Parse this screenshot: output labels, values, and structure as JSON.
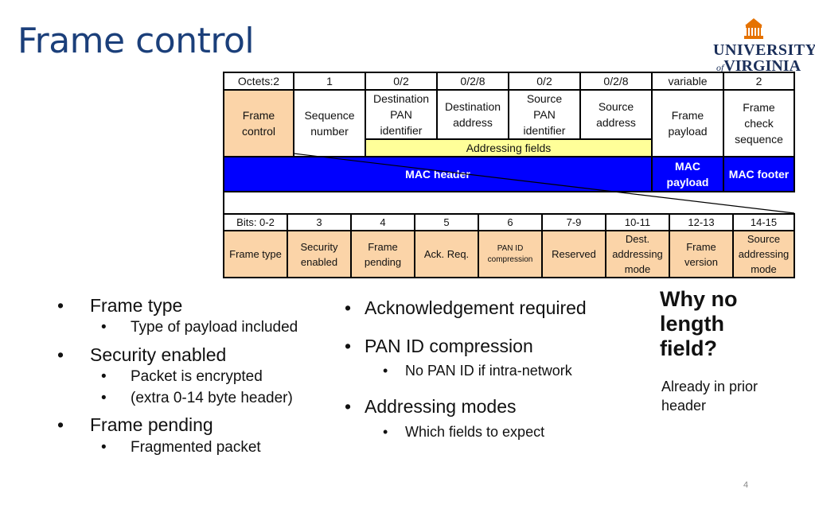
{
  "title": "Frame control",
  "logo": {
    "line1": "UNIVERSITY",
    "of": "of",
    "line2": "VIRGINIA"
  },
  "mac_frame": {
    "octets": [
      "Octets:2",
      "1",
      "0/2",
      "0/2/8",
      "0/2",
      "0/2/8",
      "variable",
      "2"
    ],
    "fields": [
      {
        "lines": [
          "Frame",
          "control"
        ]
      },
      {
        "lines": [
          "Sequence",
          "number"
        ]
      },
      {
        "lines": [
          "Destination",
          "PAN",
          "identifier"
        ]
      },
      {
        "lines": [
          "Destination",
          "address"
        ]
      },
      {
        "lines": [
          "Source",
          "PAN",
          "identifier"
        ]
      },
      {
        "lines": [
          "Source",
          "address"
        ]
      },
      {
        "lines": [
          "Frame",
          "payload"
        ]
      },
      {
        "lines": [
          "Frame",
          "check",
          "sequence"
        ]
      }
    ],
    "addressing_fields": "Addressing fields",
    "mac_header": "MAC header",
    "mac_payload": [
      "MAC",
      "payload"
    ],
    "mac_footer": "MAC footer"
  },
  "fc_table": {
    "bits": [
      "Bits: 0-2",
      "3",
      "4",
      "5",
      "6",
      "7-9",
      "10-11",
      "12-13",
      "14-15"
    ],
    "fields": [
      {
        "lines": [
          "Frame type"
        ]
      },
      {
        "lines": [
          "Security",
          "enabled"
        ]
      },
      {
        "lines": [
          "Frame",
          "pending"
        ]
      },
      {
        "lines": [
          "Ack. Req."
        ]
      },
      {
        "lines": [
          "PAN ID",
          "compression"
        ]
      },
      {
        "lines": [
          "Reserved"
        ]
      },
      {
        "lines": [
          "Dest.",
          "addressing",
          "mode"
        ]
      },
      {
        "lines": [
          "Frame",
          "version"
        ]
      },
      {
        "lines": [
          "Source",
          "addressing",
          "mode"
        ]
      }
    ]
  },
  "left_bullets": {
    "frame_type": "Frame type",
    "frame_type_sub": "Type of payload included",
    "security": "Security enabled",
    "security_sub1": "Packet is encrypted",
    "security_sub2": "(extra 0-14 byte header)",
    "pending": "Frame pending",
    "pending_sub": "Fragmented packet"
  },
  "mid_bullets": {
    "ack": "Acknowledgement required",
    "panid": "PAN ID compression",
    "panid_sub": "No PAN ID if intra-network",
    "addr": "Addressing modes",
    "addr_sub": "Which fields to expect"
  },
  "why": "Why no length field?",
  "already": "Already in prior header",
  "page_number": "4"
}
